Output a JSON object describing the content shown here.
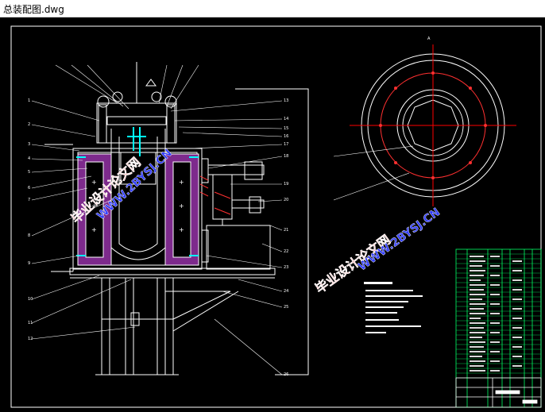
{
  "window": {
    "title": "总装配图.dwg"
  },
  "drawing": {
    "watermark_line1": "毕业设计论文网",
    "watermark_line2": "WWW.2BYSJ.CN",
    "colors": {
      "background": "#000000",
      "outline": "#ffffff",
      "coil": "#7d2a8c",
      "accent_cyan": "#00ffff",
      "center_line_red": "#ff0000",
      "title_block_green": "#00ff66",
      "watermark_red": "#ff2a2a",
      "watermark_blue": "#2f3bff"
    }
  }
}
